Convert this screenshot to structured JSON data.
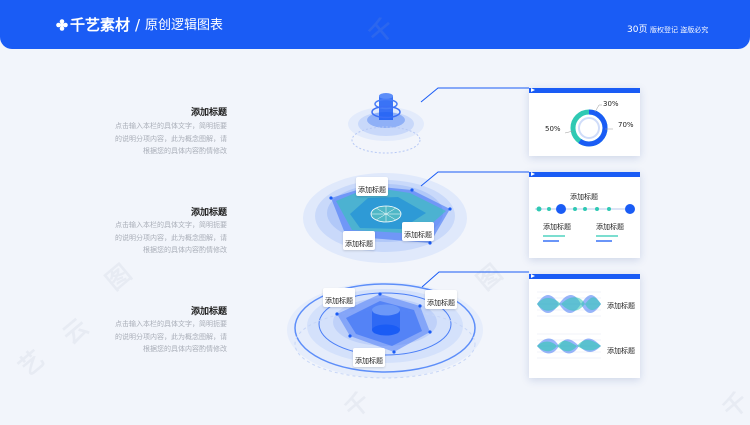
{
  "header": {
    "brand": "千艺素材",
    "separator": "/",
    "subtitle": "原创逻辑图表",
    "pages": "30页",
    "rights": "版权登记 盗版必究"
  },
  "blocks": [
    {
      "title": "添加标题",
      "desc": [
        "点击输入本栏的具体文字，简明扼要",
        "的说明分项内容，此为概念图解，请",
        "根据您的具体内容酌情修改"
      ]
    },
    {
      "title": "添加标题",
      "desc": [
        "点击输入本栏的具体文字，简明扼要",
        "的说明分项内容，此为概念图解，请",
        "根据您的具体内容酌情修改"
      ]
    },
    {
      "title": "添加标题",
      "desc": [
        "点击输入本栏的具体文字，简明扼要",
        "的说明分项内容，此为概念图解，请",
        "根据您的具体内容酌情修改"
      ]
    }
  ],
  "diagram_labels": {
    "mid_radar": [
      "添加标题",
      "添加标题",
      "添加标题"
    ],
    "low_radar": [
      "添加标题",
      "添加标题",
      "添加标题"
    ]
  },
  "cards": {
    "donut": {
      "values": [
        "30%",
        "50%",
        "70%"
      ]
    },
    "timeline": {
      "title": "添加标题",
      "left_label": "添加标题",
      "right_label": "添加标题"
    },
    "waves": {
      "top_label": "添加标题",
      "bottom_label": "添加标题"
    }
  },
  "watermark": [
    "艺",
    "云",
    "图",
    "千",
    "千",
    "图",
    "千"
  ],
  "colors": {
    "primary": "#1a5cf5",
    "teal": "#2fc9b3",
    "background": "#f2f5fb"
  }
}
